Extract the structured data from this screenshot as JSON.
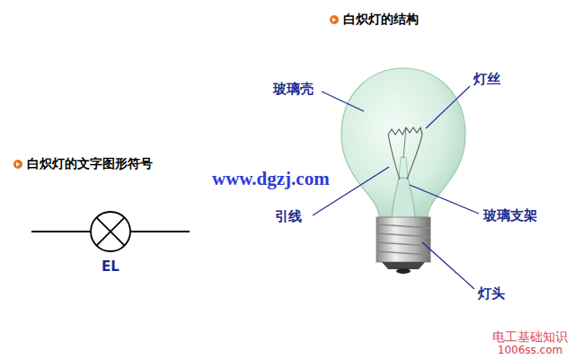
{
  "diagram": {
    "labels": [
      "白炽灯的结构",
      "白炽灯的文字图形符号",
      "EL",
      "玻璃壳",
      "灯丝",
      "www.dgzj.com",
      "引线",
      "玻璃支架",
      "灯头",
      "电工基础知识",
      "1006ss.com"
    ]
  }
}
